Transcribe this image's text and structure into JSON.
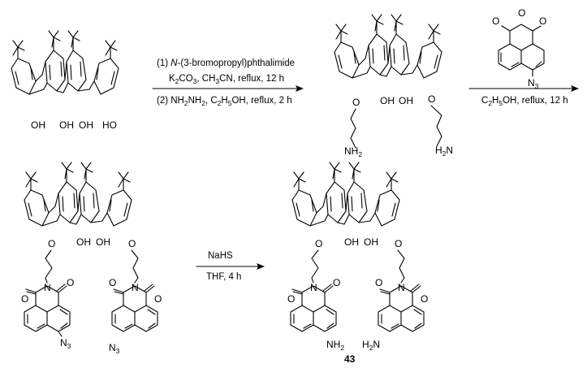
{
  "scheme": {
    "step1": {
      "reagent_line1": "(1) N-(3-bromopropyl)phthalimide",
      "reagent_line2": "K2CO3, CH3CN, reflux, 12 h",
      "reagent_line3": "(2) NH2NH2, C2H5OH, reflux, 2 h"
    },
    "step2": {
      "condition": "C2H5OH, reflux, 12 h",
      "reagent_label": "N3"
    },
    "step3": {
      "reagent": "NaHS",
      "condition": "THF, 4 h"
    },
    "compound_number": "43"
  },
  "atom_labels": {
    "oh": "OH",
    "ho": "HO",
    "o": "O",
    "nh2": "NH2",
    "h2n": "H2N",
    "n": "N",
    "n3": "N3"
  }
}
